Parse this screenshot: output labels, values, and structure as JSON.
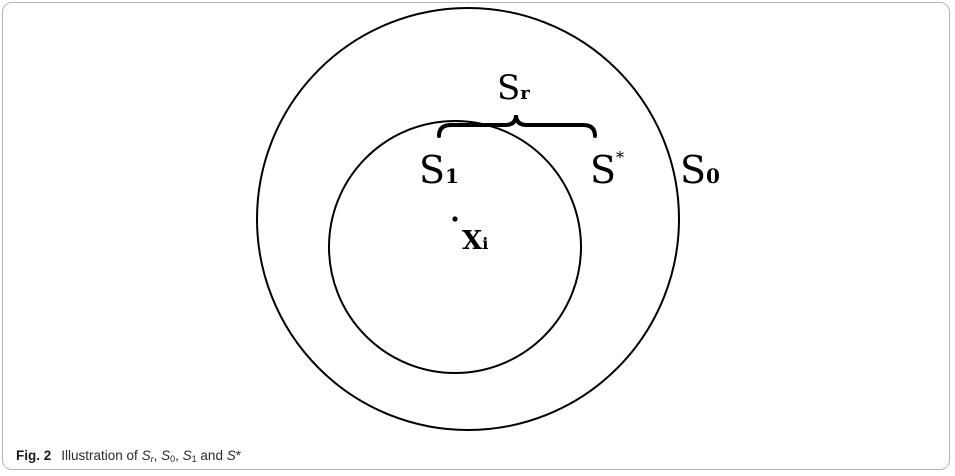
{
  "caption": {
    "label": "Fig. 2",
    "text_prefix": "Illustration of ",
    "sep1": ", ",
    "sep2": ", ",
    "sep3": " and "
  },
  "symbols": {
    "S": "S",
    "r": "r",
    "zero": "0",
    "one": "1",
    "star": "*",
    "X": "X",
    "i": "i"
  },
  "colors": {
    "stroke": "#000000",
    "frame": "#b5b5b5"
  }
}
